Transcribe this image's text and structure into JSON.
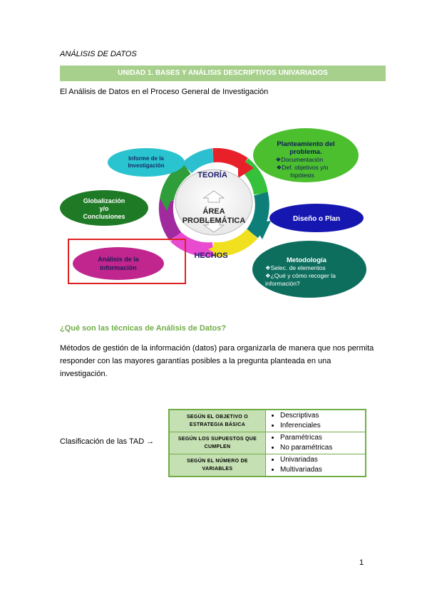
{
  "header": {
    "title": "ANÁLISIS DE DATOS",
    "unit": "UNIDAD 1. BASES Y ANÁLISIS DESCRIPTIVOS UNIVARIADOS"
  },
  "subtitle": "El Análisis de Datos en el Proceso General de Investigación",
  "diagram": {
    "center": [
      "ÁREA",
      "PROBLEMÁTICA"
    ],
    "teoria": "TEORÍA",
    "hechos": "HECHOS",
    "informe": [
      "Informe de la",
      "Investigación"
    ],
    "planteamiento": [
      "Planteamiento del",
      "problema.",
      "❖Documentación",
      "❖Def. objetivos y/o",
      "hipótesis"
    ],
    "globalizacion": [
      "Globalización",
      "y/o",
      "Conclusiones"
    ],
    "diseno": "Diseño o Plan",
    "analisis": [
      "Análisis de la",
      "información"
    ],
    "metodologia": [
      "Metodología",
      "❖Selec. de elementos",
      "❖¿Qué y cómo recoger la",
      "información?"
    ],
    "colors": {
      "informe": "#29c4cf",
      "planteamiento": "#4cbf2f",
      "globalizacion": "#1f7a26",
      "diseno": "#1616b0",
      "analisis": "#c0268e",
      "metodologia": "#0d6e5e",
      "highlight": "#e02020"
    }
  },
  "question": "¿Qué son las técnicas de Análisis de Datos?",
  "definition": "Métodos de gestión de la información (datos) para organizarla de manera que nos permita responder con las mayores garantías posibles a la pregunta planteada en una investigación.",
  "classification_label": "Clasificación de las TAD →",
  "table": {
    "rows": [
      {
        "category": "SEGÚN EL OBJETIVO O ESTRATEGIA BÁSICA",
        "options": [
          "Descriptivas",
          "Inferenciales"
        ]
      },
      {
        "category": "SEGÚN LOS SUPUESTOS QUE CUMPLEN",
        "options": [
          "Paramétricas",
          "No paramétricas"
        ]
      },
      {
        "category": "SEGÚN EL NÚMERO DE VARIABLES",
        "options": [
          "Univariadas",
          "Multivariadas"
        ]
      }
    ]
  },
  "page_number": "1"
}
